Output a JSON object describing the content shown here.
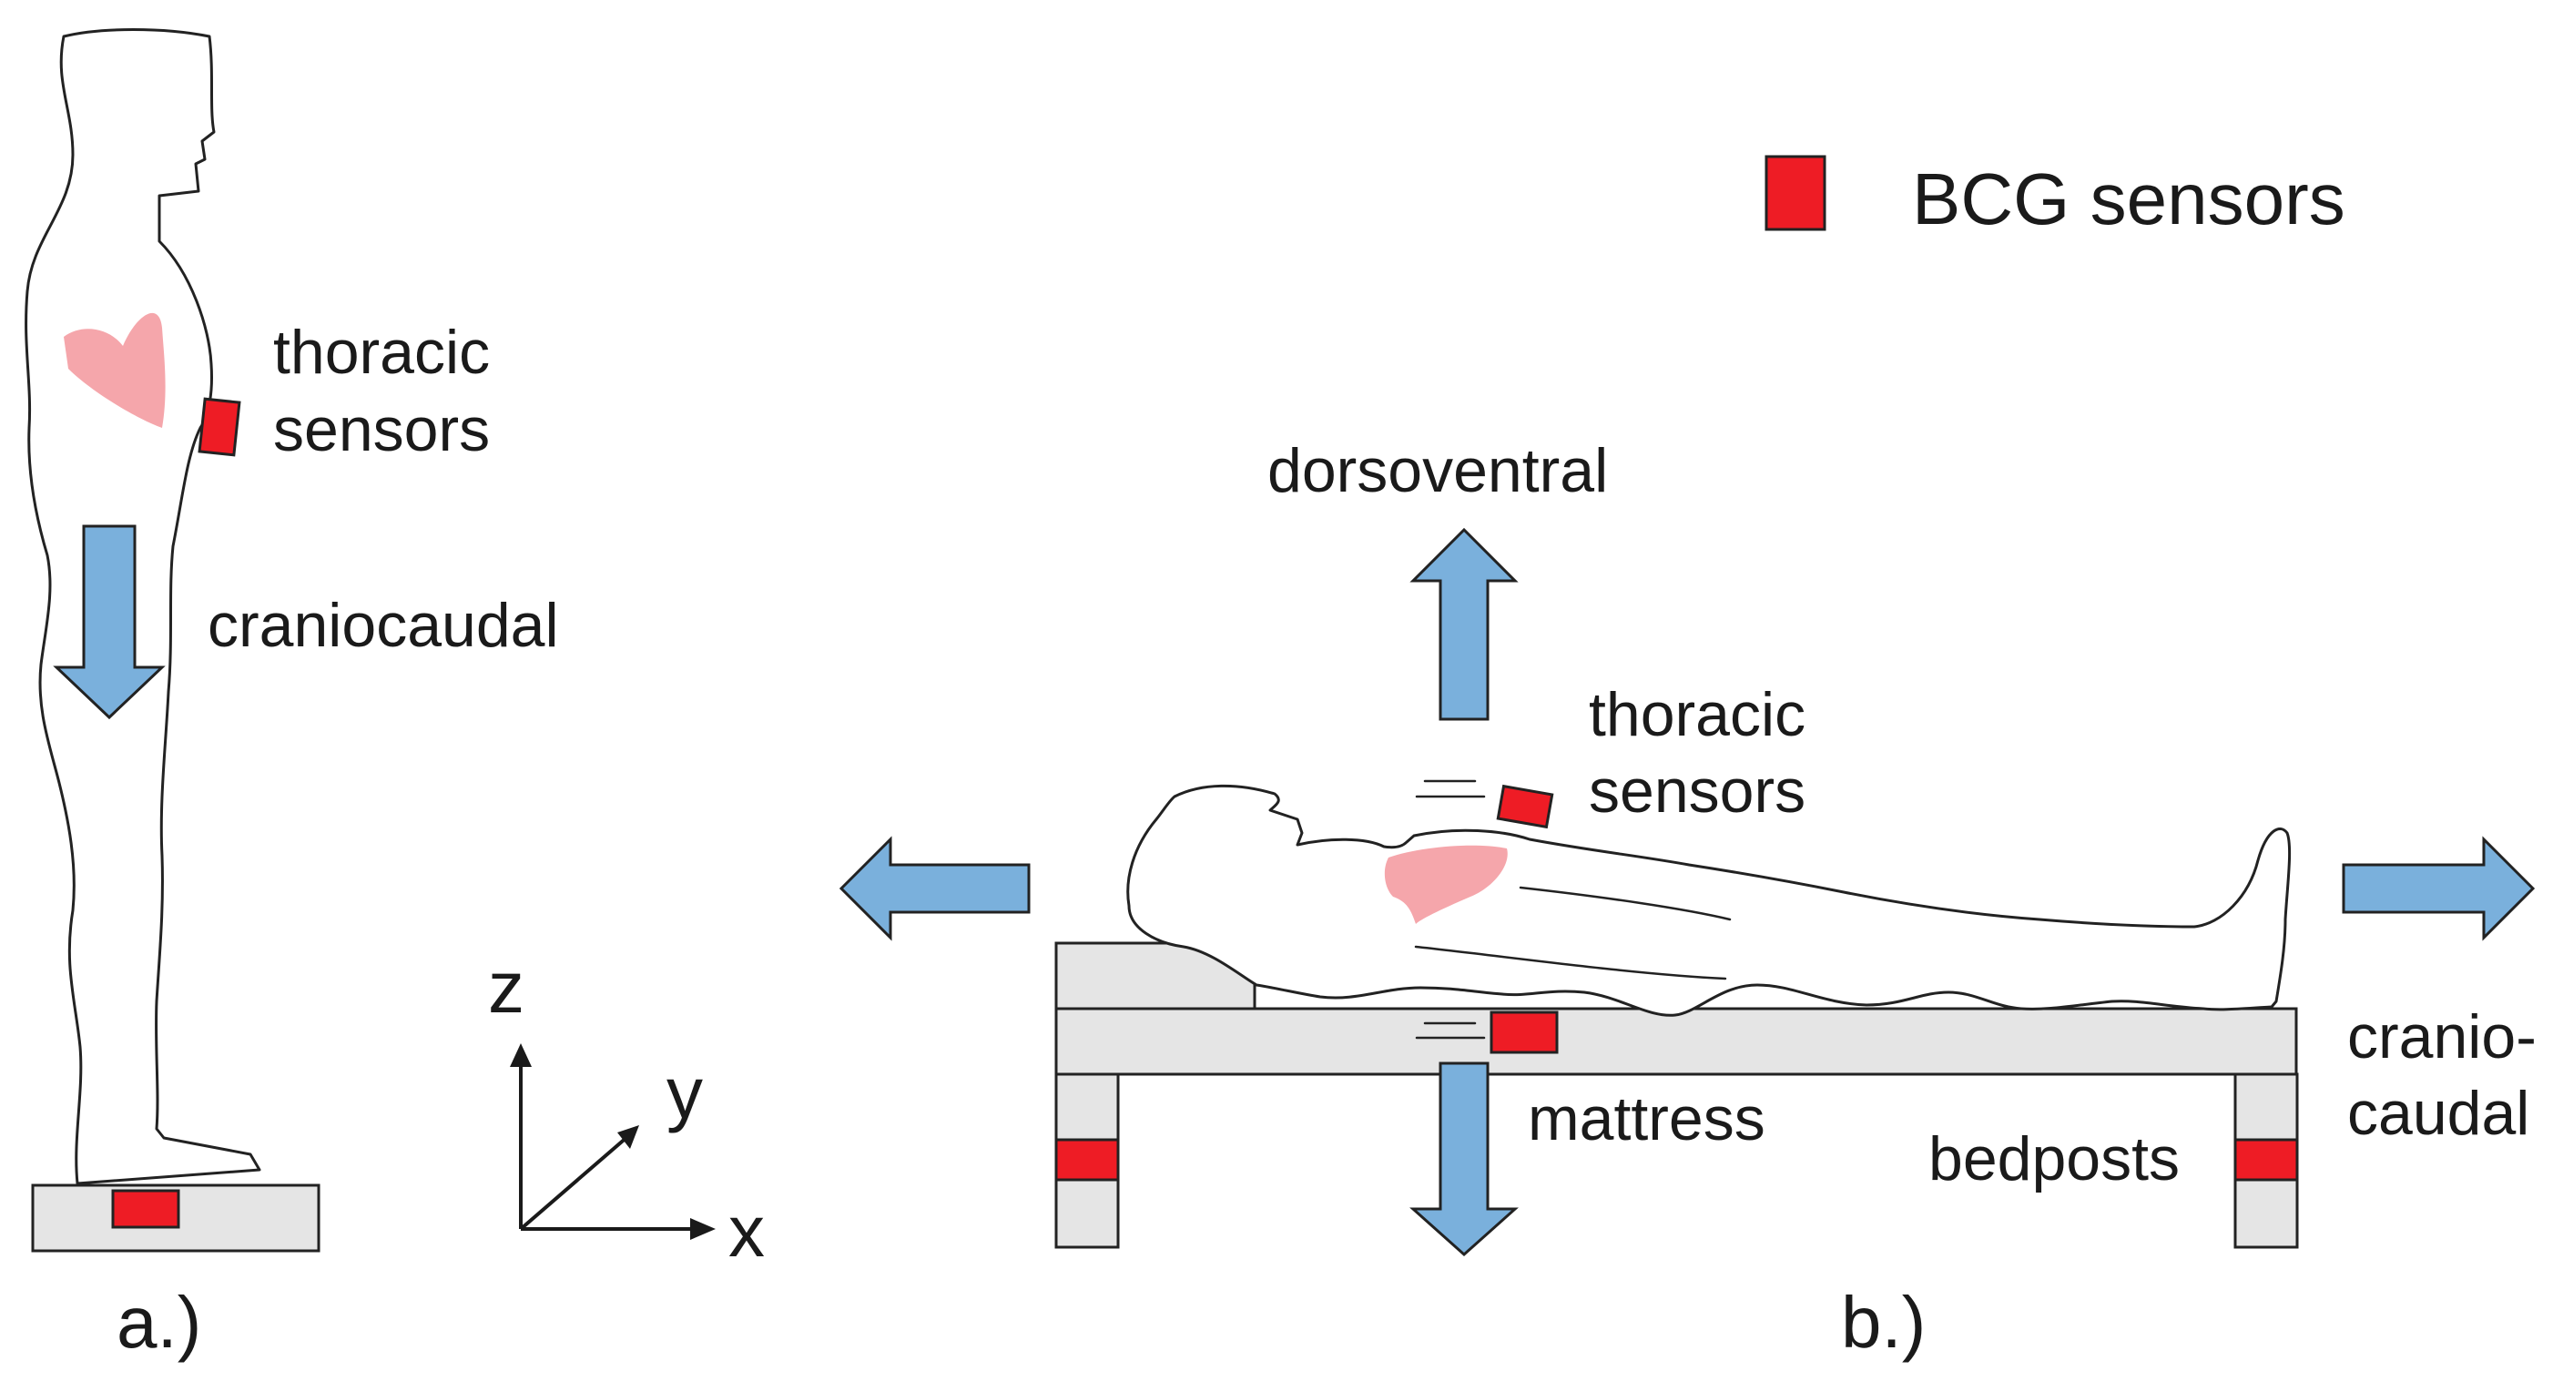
{
  "legend": {
    "label": "BCG sensors",
    "sensor_color": "#ee1c25"
  },
  "panel_a": {
    "label": "a.)",
    "thoracic_line1": "thoracic",
    "thoracic_line2": "sensors",
    "direction": "craniocaudal"
  },
  "panel_b": {
    "label": "b.)",
    "dorsoventral": "dorsoventral",
    "thoracic_line1": "thoracic",
    "thoracic_line2": "sensors",
    "mattress": "mattress",
    "bedposts": "bedposts",
    "cranio_line1": "cranio-",
    "cranio_line2": "caudal"
  },
  "axes": {
    "z": "z",
    "y": "y",
    "x": "x"
  },
  "colors": {
    "arrow_fill": "#7ab0dc",
    "heart_fill": "#f5a6ab",
    "furniture_fill": "#e5e5e5"
  }
}
